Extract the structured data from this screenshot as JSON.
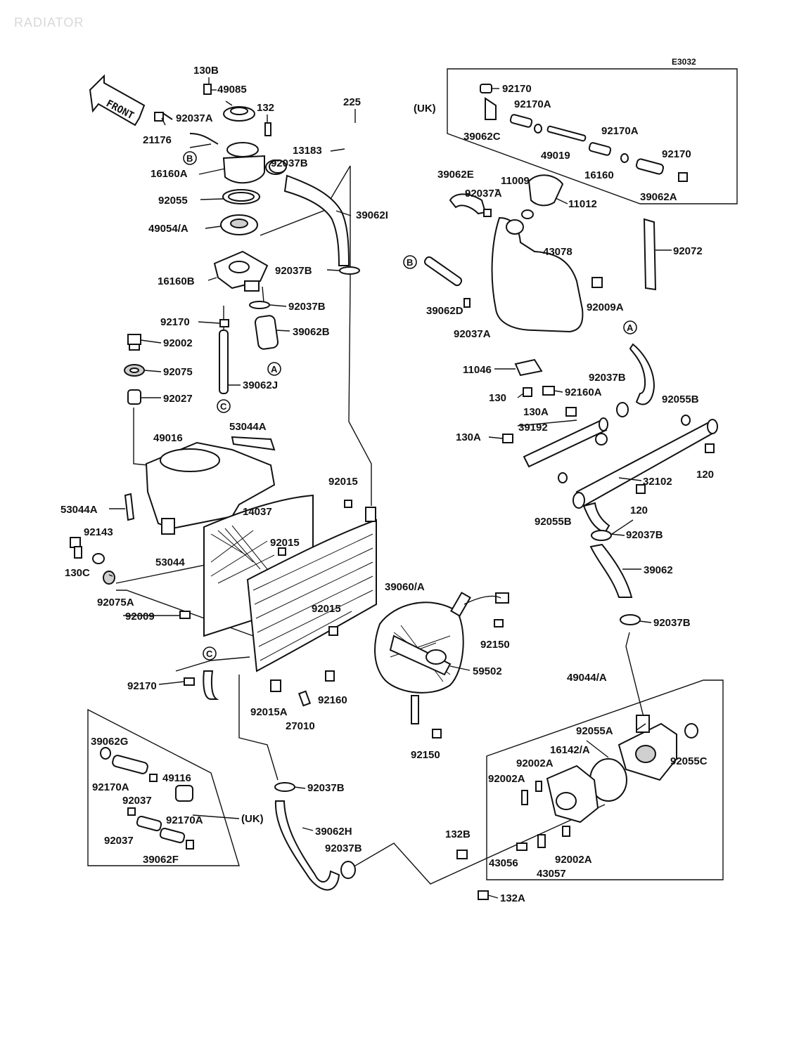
{
  "title": "RADIATOR",
  "drawing_code": "E3032",
  "front_label": "FRONT",
  "region_uk": "(UK)",
  "markers": {
    "a": "A",
    "b": "B",
    "c": "C"
  },
  "labels": {
    "l130B": "130B",
    "l49085": "49085",
    "l92037A_1": "92037A",
    "l132": "132",
    "l21176": "21176",
    "l225": "225",
    "l13183": "13183",
    "l92037B_1": "92037B",
    "l16160A": "16160A",
    "l92055": "92055",
    "l39062I": "39062I",
    "l49054A": "49054/A",
    "l92037B_2": "92037B",
    "l16160B": "16160B",
    "l92037B_3": "92037B",
    "l92170_1": "92170",
    "l39062B": "39062B",
    "l92002": "92002",
    "l92075": "92075",
    "l39062J": "39062J",
    "l92027": "92027",
    "l49016": "49016",
    "l53044A_1": "53044A",
    "l53044A_2": "53044A",
    "l92143": "92143",
    "l130C": "130C",
    "l53044": "53044",
    "l92075A": "92075A",
    "l92009": "92009",
    "l14037": "14037",
    "l92015_1": "92015",
    "l92015_2": "92015",
    "l92015_3": "92015",
    "l39060A": "39060/A",
    "l92170_2": "92170",
    "l92015A": "92015A",
    "l27010": "27010",
    "l92160": "92160",
    "l92150_1": "92150",
    "l92150_2": "92150",
    "l59502": "59502",
    "l92170_3": "92170",
    "l92170A_1": "92170A",
    "l39062C": "39062C",
    "l49019": "49019",
    "l92170A_2": "92170A",
    "l16160": "16160",
    "l92170_4": "92170",
    "l39062A": "39062A",
    "l39062E": "39062E",
    "l11009": "11009",
    "l92037A_2": "92037A",
    "l11012": "11012",
    "l43078": "43078",
    "l92072": "92072",
    "l39062D": "39062D",
    "l92037A_3": "92037A",
    "l92009A": "92009A",
    "l11046": "11046",
    "l92037B_4": "92037B",
    "l130": "130",
    "l92160A": "92160A",
    "l92055B_1": "92055B",
    "l130A_1": "130A",
    "l39192": "39192",
    "l130A_2": "130A",
    "l32102": "32102",
    "l120_1": "120",
    "l120_2": "120",
    "l92055B_2": "92055B",
    "l92037B_5": "92037B",
    "l39062": "39062",
    "l92037B_6": "92037B",
    "l49044A": "49044/A",
    "l92055A": "92055A",
    "l16142A": "16142/A",
    "l92002A_1": "92002A",
    "l92002A_2": "92002A",
    "l92055C": "92055C",
    "l132B": "132B",
    "l43056": "43056",
    "l43057": "43057",
    "l92002A_3": "92002A",
    "l132A": "132A",
    "l39062G": "39062G",
    "l92170A_3": "92170A",
    "l49116": "49116",
    "l92037_1": "92037",
    "l92170A_4": "92170A",
    "l92037_2": "92037",
    "l39062F": "39062F",
    "l92037B_7": "92037B",
    "l39062H": "39062H",
    "l92037B_8": "92037B"
  }
}
